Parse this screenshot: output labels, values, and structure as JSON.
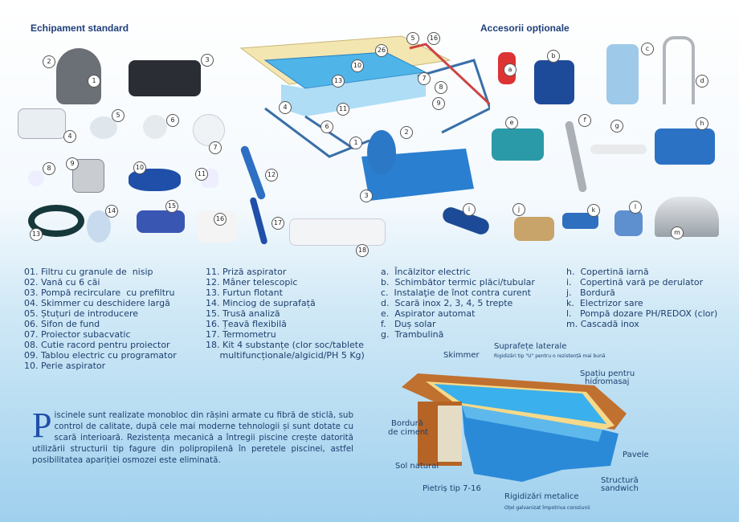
{
  "headers": {
    "standard": "Echipament standard",
    "optional": "Accesorii opționale"
  },
  "standard_badges": [
    "1",
    "2",
    "3",
    "4",
    "5",
    "6",
    "7",
    "8",
    "9",
    "10",
    "11",
    "12",
    "13",
    "14",
    "15",
    "16",
    "17",
    "18"
  ],
  "optional_badges": [
    "a",
    "b",
    "c",
    "d",
    "e",
    "f",
    "g",
    "h",
    "i",
    "j",
    "k",
    "l",
    "m"
  ],
  "standard_list_col1": [
    "01. Filtru cu granule de  nisip",
    "02. Vană cu 6 căi",
    "03. Pompă recirculare  cu prefiltru",
    "04. Skimmer cu deschidere largă",
    "05. Ștuțuri de introducere",
    "06. Sifon de fund",
    "07. Proiector subacvatic",
    "08. Cutie racord pentru proiector",
    "09. Tablou electric cu programator",
    "10. Perie aspirator"
  ],
  "standard_list_col2": [
    "11. Priză aspirator",
    "12. Mâner telescopic",
    "13. Furtun flotant",
    "14. Minciog de suprafață",
    "15. Trusă analiză",
    "16. Țeavă flexibilă",
    "17. Termometru",
    "18. Kit 4 substanțe (clor soc/tablete",
    "     multifuncționale/algicid/PH 5 Kg)"
  ],
  "optional_list_col1": [
    "a.  Încălzitor electric",
    "b.  Schimbător termic plăci/tubular",
    "c.  Instalaţie de înot contra curent",
    "d.  Scară inox 2, 3, 4, 5 trepte",
    "e.  Aspirator automat",
    "f.   Duș solar",
    "g.  Trambulină"
  ],
  "optional_list_col2": [
    "h.  Copertină iarnă",
    "i.   Copertină vară pe derulator",
    "j.   Bordură",
    "k.  Electrizor sare",
    "l.   Pompă dozare PH/REDOX (clor)",
    "m. Cascadă inox"
  ],
  "paragraph": {
    "dropcap": "P",
    "text": "iscinele sunt realizate monobloc din rășini armate cu fibră de sticlă, sub control de calitate, după cele mai moderne tehnologii și sunt dotate cu scară interioară. Rezistența mecanică a întregii piscine crește datorită utilizării structurii tip fagure din polipropilenă în peretele piscinei, astfel posibilitatea apariției osmozei este eliminată."
  },
  "pool_labels": {
    "skimmer": "Skimmer",
    "lateral": "Suprafețe laterale",
    "lateral_note": "Rigidizări tip \"U\" pentru o rezistență mai bună",
    "hydro1": "Spațiu pentru",
    "hydro2": "hidromasaj",
    "border1": "Bordură",
    "border2": "de ciment",
    "pavele": "Pavele",
    "soil": "Sol natural",
    "gravel": "Pietriș tip 7-16",
    "metal": "Rigidizări metalice",
    "metal_note": "Oțel galvanizat împotriva coroziunii",
    "sandwich1": "Structură",
    "sandwich2": "sandwich"
  },
  "diagram_badges": [
    "1",
    "2",
    "3",
    "4",
    "5",
    "6",
    "7",
    "8",
    "9",
    "10",
    "11",
    "13",
    "16",
    "26"
  ]
}
